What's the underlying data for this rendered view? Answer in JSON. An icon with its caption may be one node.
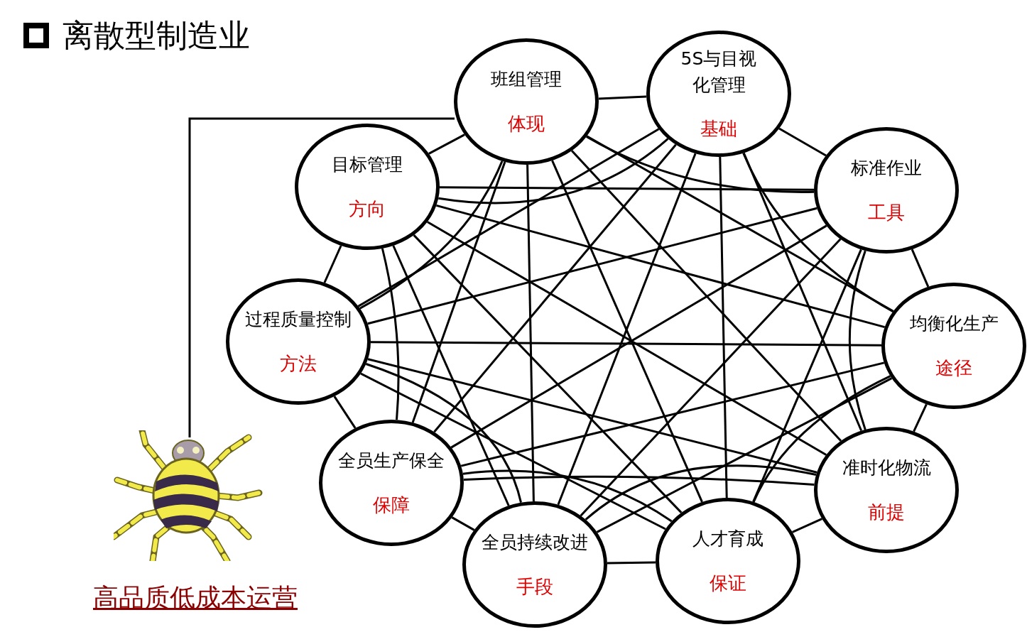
{
  "diagram": {
    "title": "离散型制造业",
    "nodes": [
      {
        "text": [
          "班组管理",
          "体现"
        ]
      },
      {
        "text": [
          "5S与目视化管理",
          "基础"
        ]
      },
      {
        "text": [
          "目标管理",
          "方向"
        ]
      },
      {
        "text": [
          "标准作业",
          "工具"
        ]
      },
      {
        "text": [
          "过程质量控制",
          "方法"
        ]
      },
      {
        "text": [
          "均衡化生产",
          "途径"
        ]
      },
      {
        "text": [
          "全员生产保全",
          "保障"
        ]
      },
      {
        "text": [
          "准时化物流",
          "前提"
        ]
      },
      {
        "text": [
          "全员持续改进",
          "手段"
        ]
      },
      {
        "text": [
          "人才育成",
          "保证"
        ]
      },
      {
        "text": [],
        "shape": "picture",
        "beside": [
          "高品质低成本运营"
        ]
      }
    ],
    "edges": [
      {
        "from": 0,
        "to": 1,
        "arrow": "none"
      },
      {
        "from": 0,
        "to": 2,
        "arrow": "none"
      },
      {
        "from": 0,
        "to": 3,
        "arrow": "none"
      },
      {
        "from": 0,
        "to": 4,
        "arrow": "none"
      },
      {
        "from": 0,
        "to": 5,
        "arrow": "none"
      },
      {
        "from": 0,
        "to": 6,
        "arrow": "none"
      },
      {
        "from": 0,
        "to": 7,
        "arrow": "none"
      },
      {
        "from": 0,
        "to": 8,
        "arrow": "none"
      },
      {
        "from": 0,
        "to": 9,
        "arrow": "none"
      },
      {
        "from": 1,
        "to": 2,
        "arrow": "none"
      },
      {
        "from": 1,
        "to": 3,
        "arrow": "none"
      },
      {
        "from": 1,
        "to": 4,
        "arrow": "none"
      },
      {
        "from": 1,
        "to": 5,
        "arrow": "none"
      },
      {
        "from": 1,
        "to": 6,
        "arrow": "none"
      },
      {
        "from": 1,
        "to": 7,
        "arrow": "none"
      },
      {
        "from": 1,
        "to": 8,
        "arrow": "none"
      },
      {
        "from": 1,
        "to": 9,
        "arrow": "none"
      },
      {
        "from": 2,
        "to": 3,
        "arrow": "none"
      },
      {
        "from": 2,
        "to": 4,
        "arrow": "none"
      },
      {
        "from": 2,
        "to": 5,
        "arrow": "none"
      },
      {
        "from": 2,
        "to": 6,
        "arrow": "none"
      },
      {
        "from": 2,
        "to": 7,
        "arrow": "none"
      },
      {
        "from": 2,
        "to": 8,
        "arrow": "none"
      },
      {
        "from": 2,
        "to": 9,
        "arrow": "none"
      },
      {
        "from": 3,
        "to": 4,
        "arrow": "none"
      },
      {
        "from": 3,
        "to": 5,
        "arrow": "none"
      },
      {
        "from": 3,
        "to": 6,
        "arrow": "none"
      },
      {
        "from": 3,
        "to": 7,
        "arrow": "none"
      },
      {
        "from": 3,
        "to": 8,
        "arrow": "none"
      },
      {
        "from": 3,
        "to": 9,
        "arrow": "none"
      },
      {
        "from": 4,
        "to": 5,
        "arrow": "none"
      },
      {
        "from": 4,
        "to": 6,
        "arrow": "none"
      },
      {
        "from": 4,
        "to": 7,
        "arrow": "none"
      },
      {
        "from": 4,
        "to": 8,
        "arrow": "none"
      },
      {
        "from": 4,
        "to": 9,
        "arrow": "none"
      },
      {
        "from": 5,
        "to": 6,
        "arrow": "none"
      },
      {
        "from": 5,
        "to": 7,
        "arrow": "none"
      },
      {
        "from": 5,
        "to": 8,
        "arrow": "none"
      },
      {
        "from": 5,
        "to": 9,
        "arrow": "none"
      },
      {
        "from": 6,
        "to": 7,
        "arrow": "none"
      },
      {
        "from": 6,
        "to": 8,
        "arrow": "none"
      },
      {
        "from": 6,
        "to": 9,
        "arrow": "none"
      },
      {
        "from": 7,
        "to": 8,
        "arrow": "none"
      },
      {
        "from": 7,
        "to": 9,
        "arrow": "none"
      },
      {
        "from": 8,
        "to": 9,
        "arrow": "none"
      },
      {
        "from": 10,
        "to": 0,
        "arrow": "none"
      }
    ]
  }
}
